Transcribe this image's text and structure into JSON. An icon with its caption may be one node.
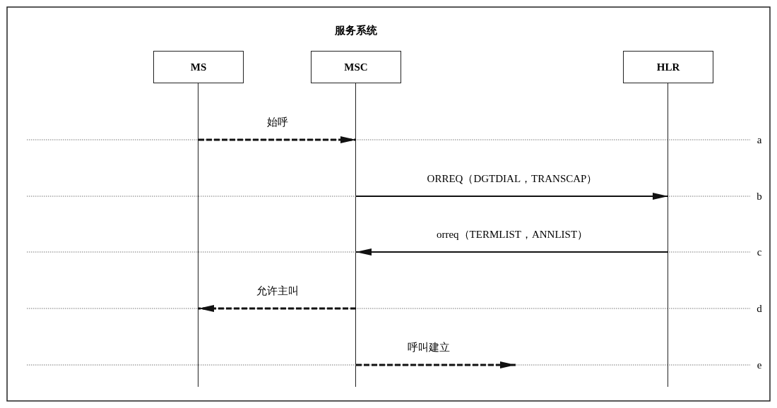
{
  "diagram": {
    "title": "服务系统",
    "nodes": [
      {
        "text": [
          "MS"
        ]
      },
      {
        "text": [
          "MSC"
        ]
      },
      {
        "text": [
          "HLR"
        ]
      }
    ],
    "edges": [
      {
        "from": 0,
        "to": 1,
        "arrow": "to",
        "label": "始呼",
        "style": "dashed"
      },
      {
        "from": 1,
        "to": 2,
        "arrow": "to",
        "label": "ORREQ（DGTDIAL，TRANSCAP）"
      },
      {
        "from": 2,
        "to": 1,
        "arrow": "to",
        "label": "orreq（TERMLIST，ANNLIST）"
      },
      {
        "from": 1,
        "to": 0,
        "arrow": "to",
        "label": "允许主叫",
        "style": "dashed"
      },
      {
        "from": 1,
        "to": null,
        "arrow": "to",
        "label": "呼叫建立",
        "style": "dashed"
      }
    ],
    "labels": [
      "a",
      "b",
      "c",
      "d",
      "e"
    ]
  }
}
